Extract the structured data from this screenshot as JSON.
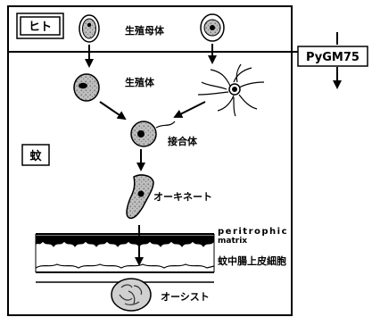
{
  "labels": {
    "human_box": "ヒト",
    "mosquito_box": "蚊",
    "gametocyte": "生殖母体",
    "gamete": "生殖体",
    "zygote": "接合体",
    "ookinete": "オーキネート",
    "peritrophic": "peritrophic",
    "matrix": "matrix",
    "midgut_epithelium": "蚊中腸上皮細胞",
    "oocyst": "オーシスト",
    "gene": "PyGM75"
  }
}
